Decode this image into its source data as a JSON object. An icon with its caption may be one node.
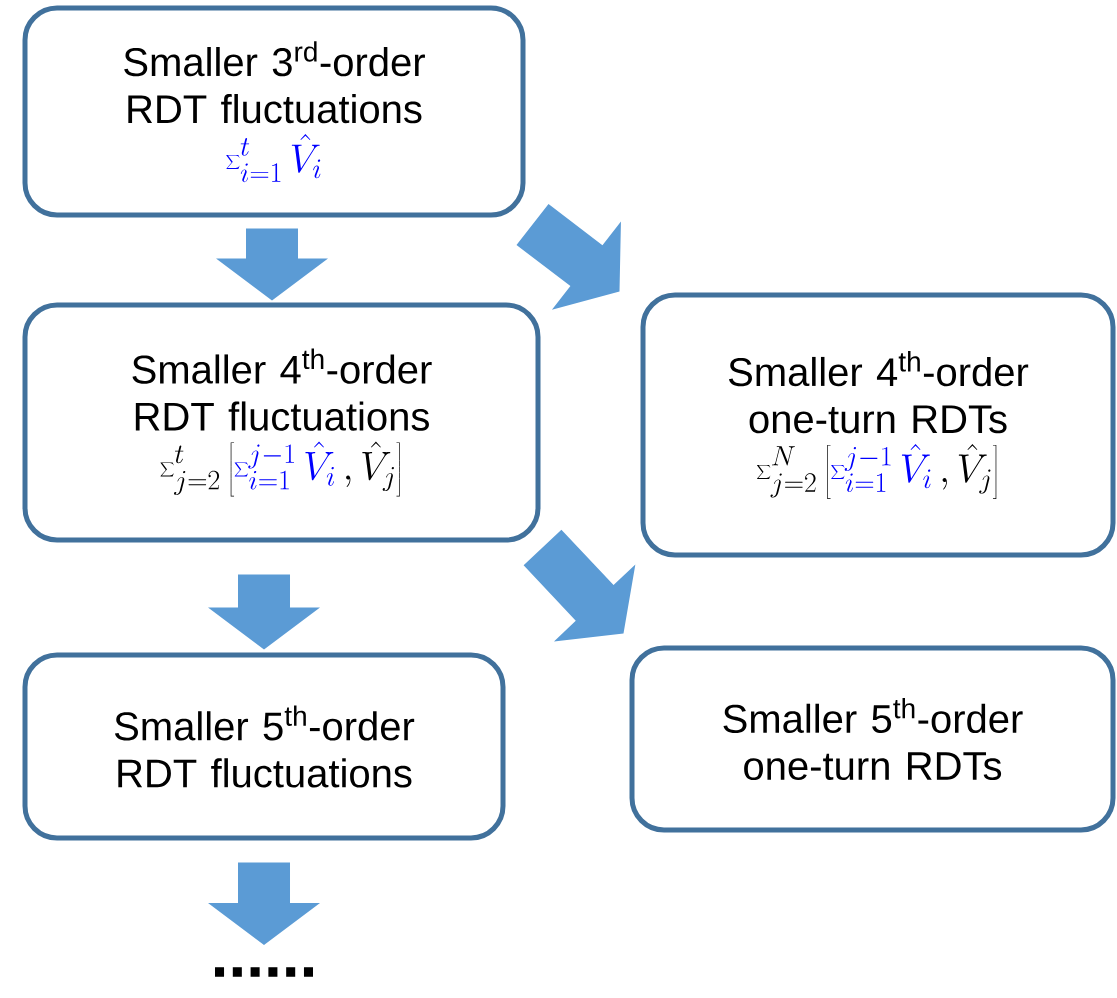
{
  "diagram": {
    "nodes": [
      {
        "text": [
          "Smaller 3$^{rd}$-order RDT fluctuations",
          "{\\color{blue}\\sum\\nolimits_{i=1}^{t}\\hat{V}_i}"
        ]
      },
      {
        "text": [
          "Smaller 4$^{th}$-order RDT fluctuations",
          "\\sum\\nolimits_{j=2}^{t}\\left[{\\color{blue}\\sum\\nolimits_{i=1}^{j-1}\\hat{V}_i}\\,,\\hat{V}_j\\right]"
        ]
      },
      {
        "text": [
          "Smaller 4$^{th}$-order one-turn RDTs",
          "\\sum\\nolimits_{j=2}^{N}\\left[{\\color{blue}\\sum\\nolimits_{i=1}^{j-1}\\hat{V}_i}\\,,\\hat{V}_j\\right]"
        ]
      },
      {
        "text": [
          "Smaller 5$^{th}$-order RDT fluctuations"
        ]
      },
      {
        "text": [
          "Smaller 5$^{th}$-order one-turn RDTs"
        ]
      },
      {
        "text": [
          "......"
        ]
      }
    ],
    "edges": [
      {
        "from": 0,
        "to": 1,
        "arrow": "to"
      },
      {
        "from": 0,
        "to": 2,
        "arrow": "to"
      },
      {
        "from": 1,
        "to": 3,
        "arrow": "to"
      },
      {
        "from": 1,
        "to": 4,
        "arrow": "to"
      },
      {
        "from": 3,
        "to": 5,
        "arrow": "to"
      }
    ]
  }
}
